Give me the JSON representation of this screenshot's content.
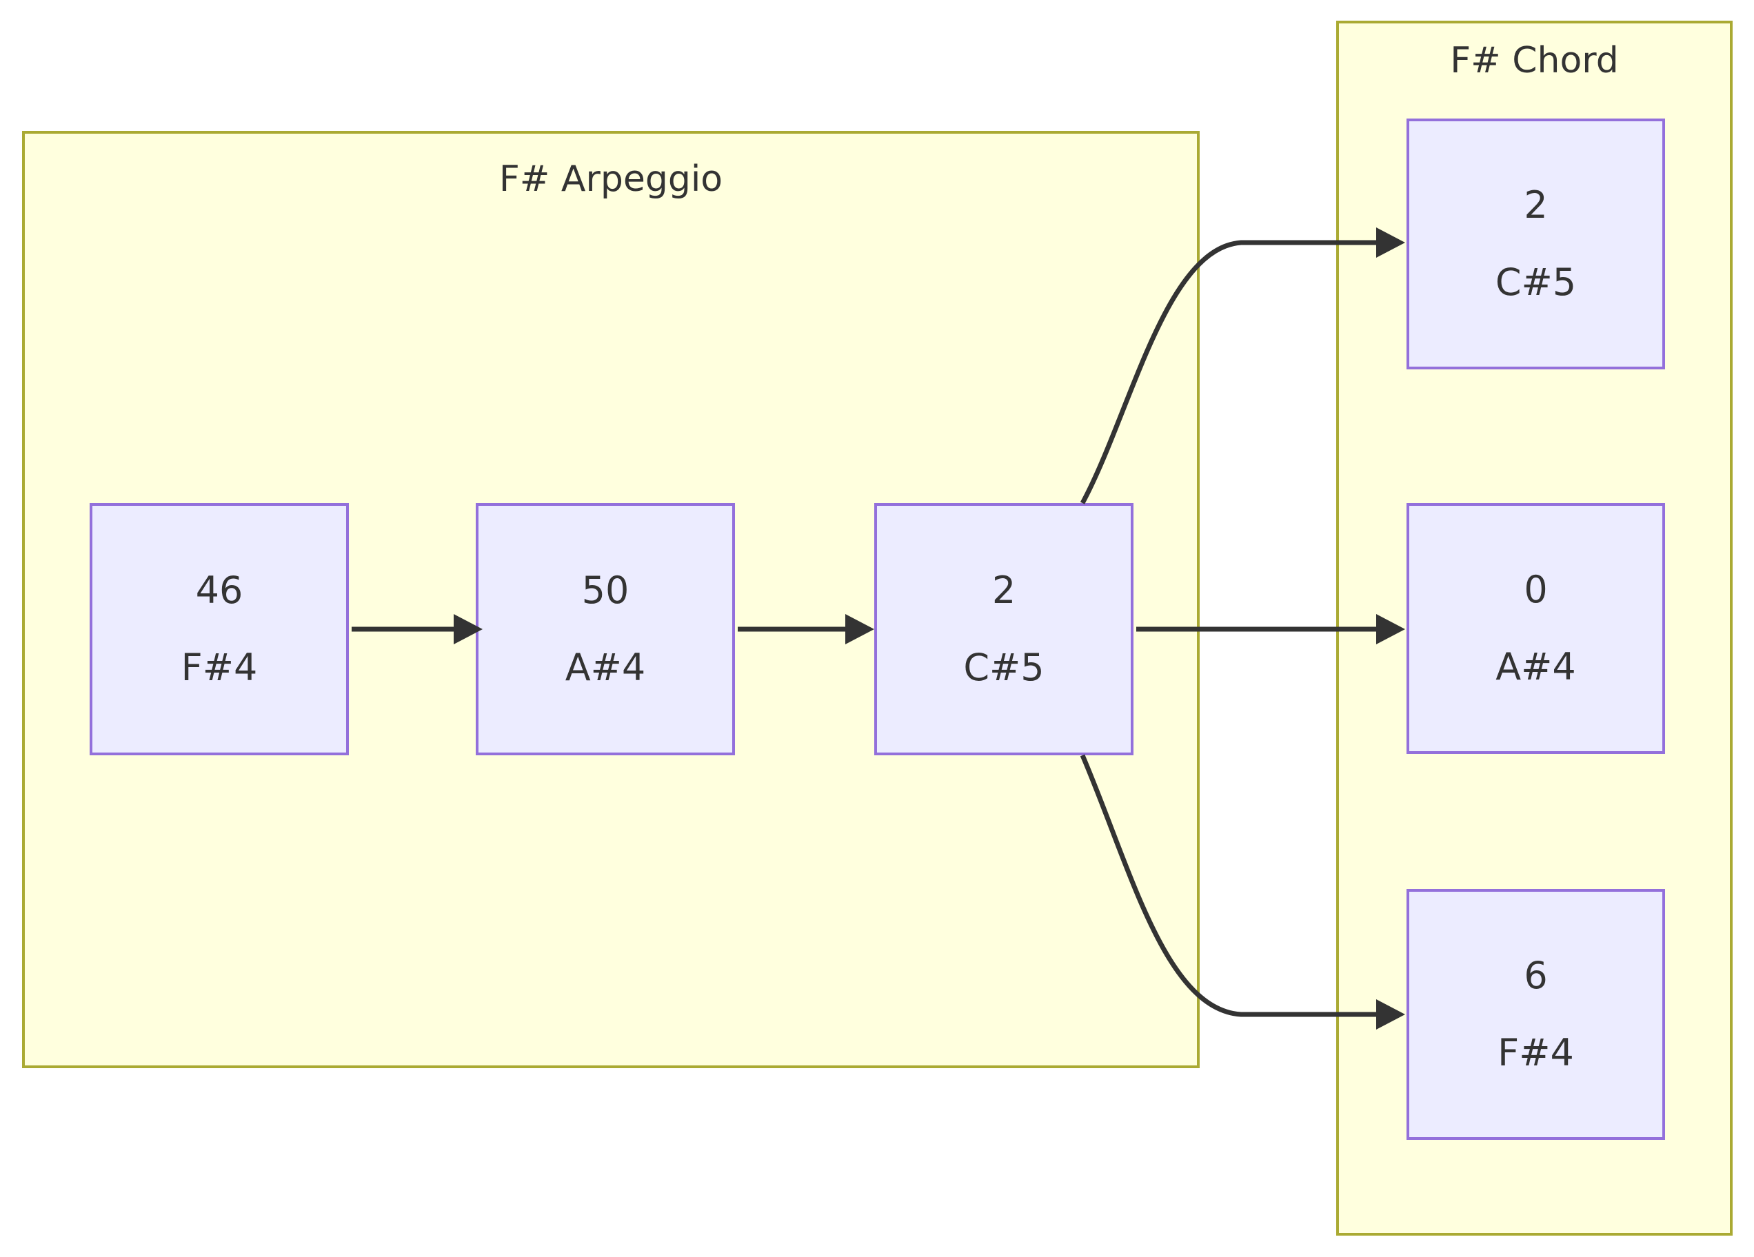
{
  "diagram": {
    "title_visible": false,
    "background": "#ffffff",
    "clusters": [
      {
        "id": "arpeggio",
        "title": "F# Arpeggio",
        "fill": "#ffffde",
        "stroke": "#aaaa33",
        "nodes": [
          {
            "id": "a1",
            "value": "46",
            "note": "F#4"
          },
          {
            "id": "a2",
            "value": "50",
            "note": "A#4"
          },
          {
            "id": "a3",
            "value": "2",
            "note": "C#5"
          }
        ]
      },
      {
        "id": "chord",
        "title": "F# Chord",
        "fill": "#ffffde",
        "stroke": "#aaaa33",
        "nodes": [
          {
            "id": "c1",
            "value": "2",
            "note": "C#5"
          },
          {
            "id": "c2",
            "value": "0",
            "note": "A#4"
          },
          {
            "id": "c3",
            "value": "6",
            "note": "F#4"
          }
        ]
      }
    ],
    "node_style": {
      "fill": "#ececff",
      "stroke": "#9370db",
      "text": "#333333"
    },
    "edges": [
      {
        "from": "a1",
        "to": "a2",
        "shape": "straight"
      },
      {
        "from": "a2",
        "to": "a3",
        "shape": "straight"
      },
      {
        "from": "a3",
        "to": "c1",
        "shape": "curved-up"
      },
      {
        "from": "a3",
        "to": "c2",
        "shape": "straight"
      },
      {
        "from": "a3",
        "to": "c3",
        "shape": "curved-down"
      }
    ],
    "edge_style": {
      "stroke": "#333333",
      "arrowhead": "filled-triangle"
    }
  }
}
